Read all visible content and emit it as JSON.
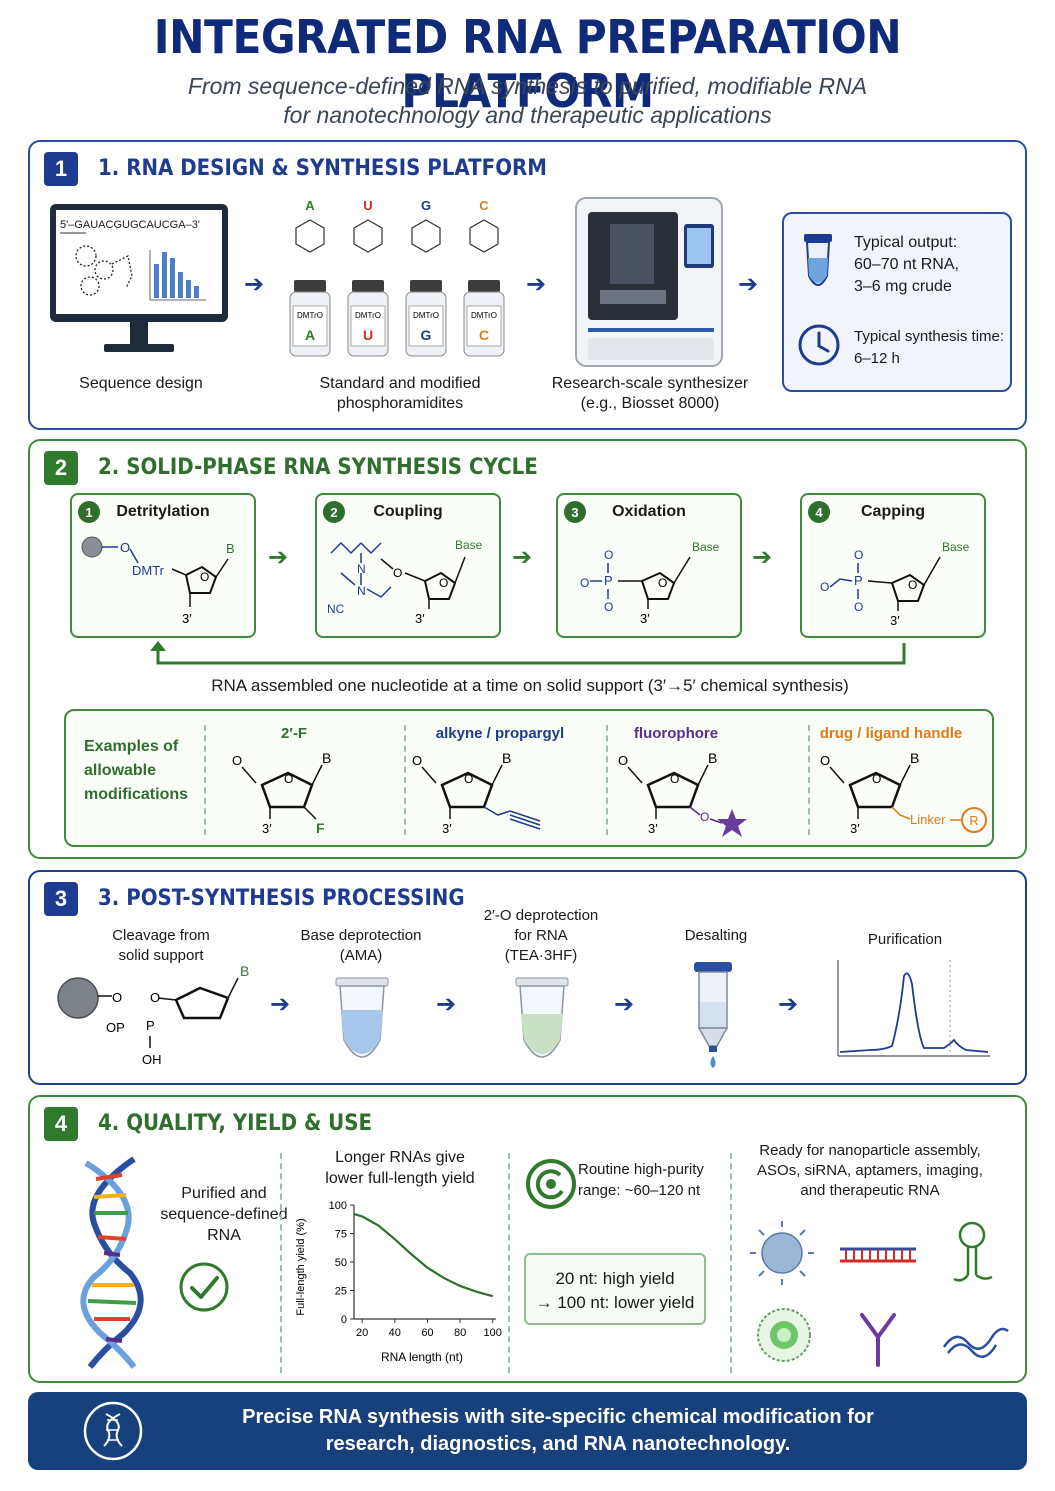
{
  "title": "INTEGRATED RNA PREPARATION PLATFORM",
  "subtitle_line1": "From sequence-defined RNA synthesis to purified, modifiable RNA",
  "subtitle_line2": "for nanotechnology and therapeutic applications",
  "colors": {
    "navy": "#1d3c8f",
    "green": "#2f7a2d",
    "red": "#d12a2a",
    "orange": "#e07b1a",
    "purple": "#5b2c8a"
  },
  "s1": {
    "num": "1",
    "title": "1. RNA DESIGN & SYNTHESIS PLATFORM",
    "sequence": "5'–GAUACGUGCAUCGA–3'",
    "monitor_label": "Sequence design",
    "bases": [
      "A",
      "U",
      "G",
      "C"
    ],
    "vial_tag": "DMTrO",
    "phosph_label_1": "Standard and modified",
    "phosph_label_2": "phosphoramidites",
    "synth_label_1": "Research-scale synthesizer",
    "synth_label_2": "(e.g., Biosset 8000)",
    "output_1": "Typical output:",
    "output_2": "60–70 nt RNA,",
    "output_3": "3–6 mg crude",
    "time_1": "Typical synthesis time:",
    "time_2": "6–12 h",
    "icons": [
      "monitor-icon",
      "tube-icon",
      "clock-icon"
    ]
  },
  "s2": {
    "num": "2",
    "title": "2. SOLID-PHASE RNA SYNTHESIS CYCLE",
    "steps": [
      {
        "n": "1",
        "name": "Detritylation"
      },
      {
        "n": "2",
        "name": "Coupling"
      },
      {
        "n": "3",
        "name": "Oxidation"
      },
      {
        "n": "4",
        "name": "Capping"
      }
    ],
    "chem": {
      "b": "B",
      "base": "Base",
      "three": "3′",
      "dmtr": "DMTr",
      "o": "O",
      "p": "P",
      "n": "N",
      "nc": "NC"
    },
    "cycle_note": "RNA assembled one nucleotide at a time on solid support (3′→5′ chemical synthesis)",
    "mods_heading_1": "Examples of",
    "mods_heading_2": "allowable",
    "mods_heading_3": "modifications",
    "mods": [
      "2′-F",
      "alkyne / propargyl",
      "fluorophore",
      "drug / ligand handle"
    ],
    "mod_f": "F",
    "linker": "Linker",
    "r": "R"
  },
  "s3": {
    "num": "3",
    "title": "3. POST-SYNTHESIS PROCESSING",
    "cleave_1": "Cleavage from",
    "cleave_2": "solid support",
    "base_1": "Base deprotection",
    "base_2": "(AMA)",
    "o_1": "2′-O deprotection",
    "o_2": "for RNA",
    "o_3": "(TEA·3HF)",
    "desalt": "Desalting",
    "purif": "Purification",
    "chem": {
      "b": "B",
      "o": "O",
      "op": "OP",
      "p": "P",
      "oh": "OH"
    }
  },
  "s4": {
    "num": "4",
    "title": "4. QUALITY, YIELD & USE",
    "purified_1": "Purified and",
    "purified_2": "sequence-defined",
    "purified_3": "RNA",
    "chart_title_1": "Longer RNAs give",
    "chart_title_2": "lower full-length yield",
    "routine_1": "Routine high-purity",
    "routine_2": "range: ~60–120 nt",
    "yield_1": "20 nt: high yield",
    "yield_2": "→ 100 nt: lower yield",
    "ready_1": "Ready for nanoparticle assembly,",
    "ready_2": "ASOs, siRNA, aptamers, imaging,",
    "ready_3": "and therapeutic RNA",
    "icons": [
      "dna-helix-icon",
      "check-icon",
      "target-icon",
      "virus-particle-icon",
      "duplex-icon",
      "aptamer-icon",
      "nanoparticle-icon",
      "antibody-icon",
      "rna-strand-icon"
    ]
  },
  "chart_data": {
    "type": "line",
    "title": "",
    "xlabel": "RNA length (nt)",
    "ylabel": "Full-length yield (%)",
    "xlim": [
      15,
      102
    ],
    "ylim": [
      0,
      100
    ],
    "xticks": [
      20,
      40,
      60,
      80,
      100
    ],
    "yticks": [
      0,
      25,
      50,
      75,
      100
    ],
    "x": [
      15,
      20,
      30,
      40,
      50,
      60,
      70,
      80,
      90,
      100
    ],
    "y": [
      92,
      90,
      82,
      70,
      57,
      45,
      36,
      29,
      24,
      20
    ],
    "grid": false,
    "color": "#2f6e2c"
  },
  "footer_1": "Precise RNA synthesis with site-specific chemical modification for",
  "footer_2": "research, diagnostics, and RNA nanotechnology."
}
